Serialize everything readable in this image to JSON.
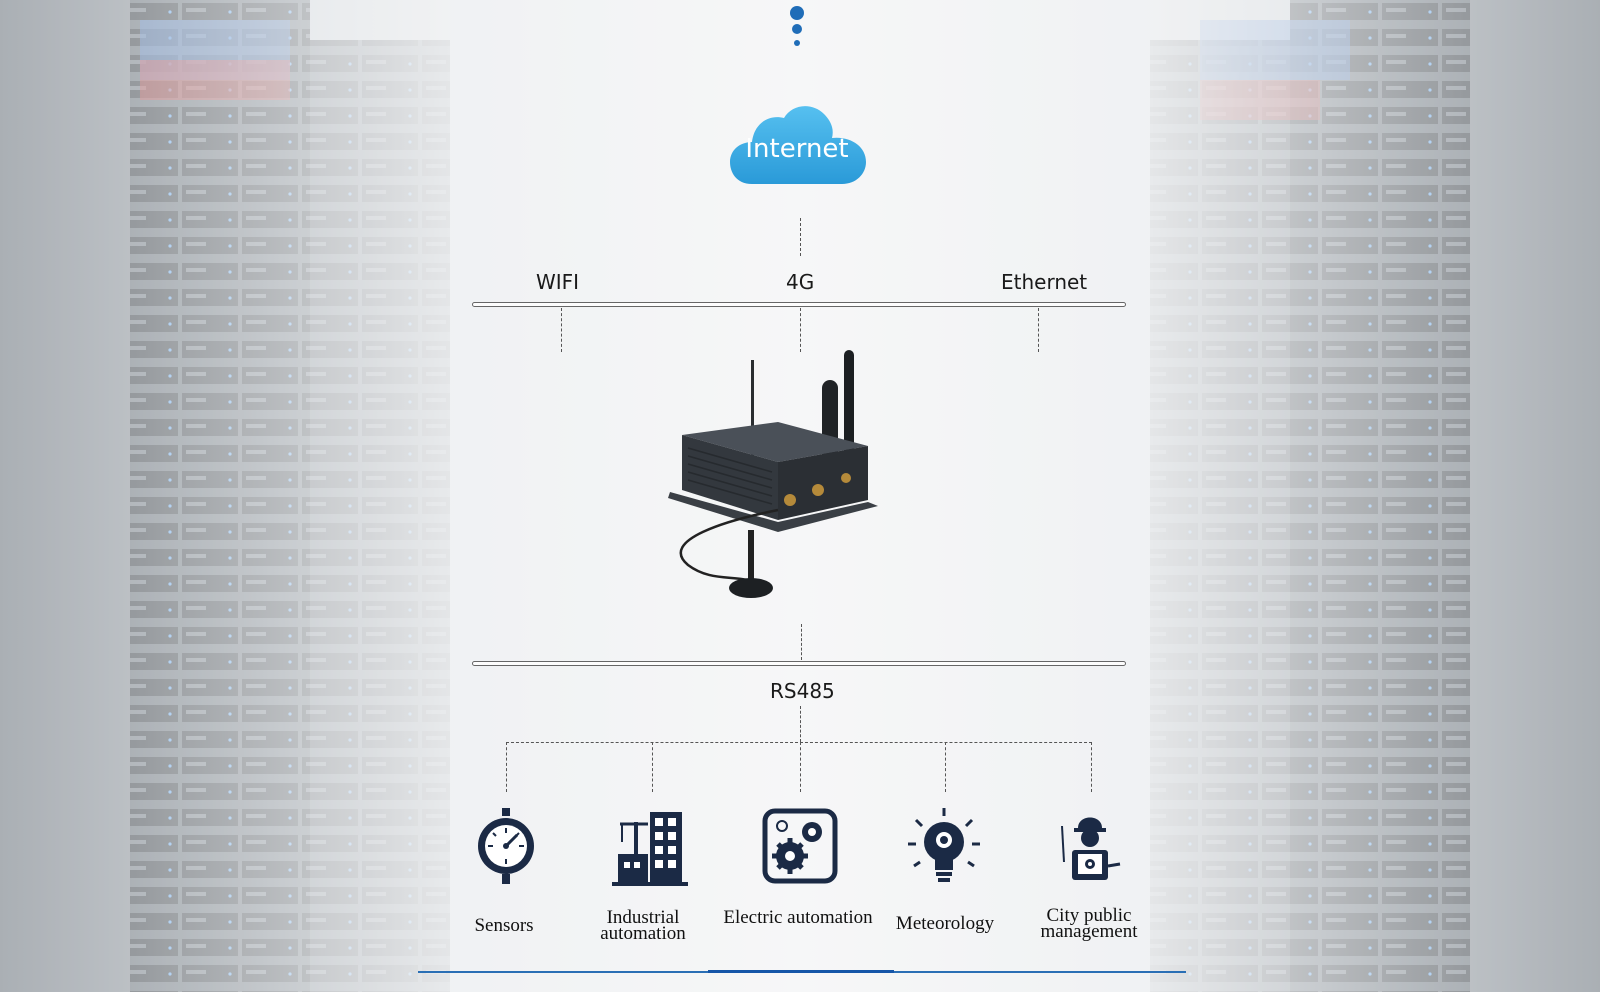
{
  "top": {
    "internet_label": "Internet"
  },
  "network": {
    "labels": [
      "WIFI",
      "4G",
      "Ethernet"
    ],
    "bus_label": "RS485"
  },
  "applications": [
    {
      "label": "Sensors",
      "icon": "gauge-icon"
    },
    {
      "label": "Industrial automation",
      "icon": "factory-icon"
    },
    {
      "label": "Electric automation",
      "icon": "gears-icon"
    },
    {
      "label": "Meteorology",
      "icon": "lightbulb-icon"
    },
    {
      "label": "City public management",
      "icon": "engineer-icon"
    }
  ],
  "colors": {
    "cloud": "#3aaee8",
    "accent": "#1f6db8",
    "icon": "#1b2a45"
  }
}
